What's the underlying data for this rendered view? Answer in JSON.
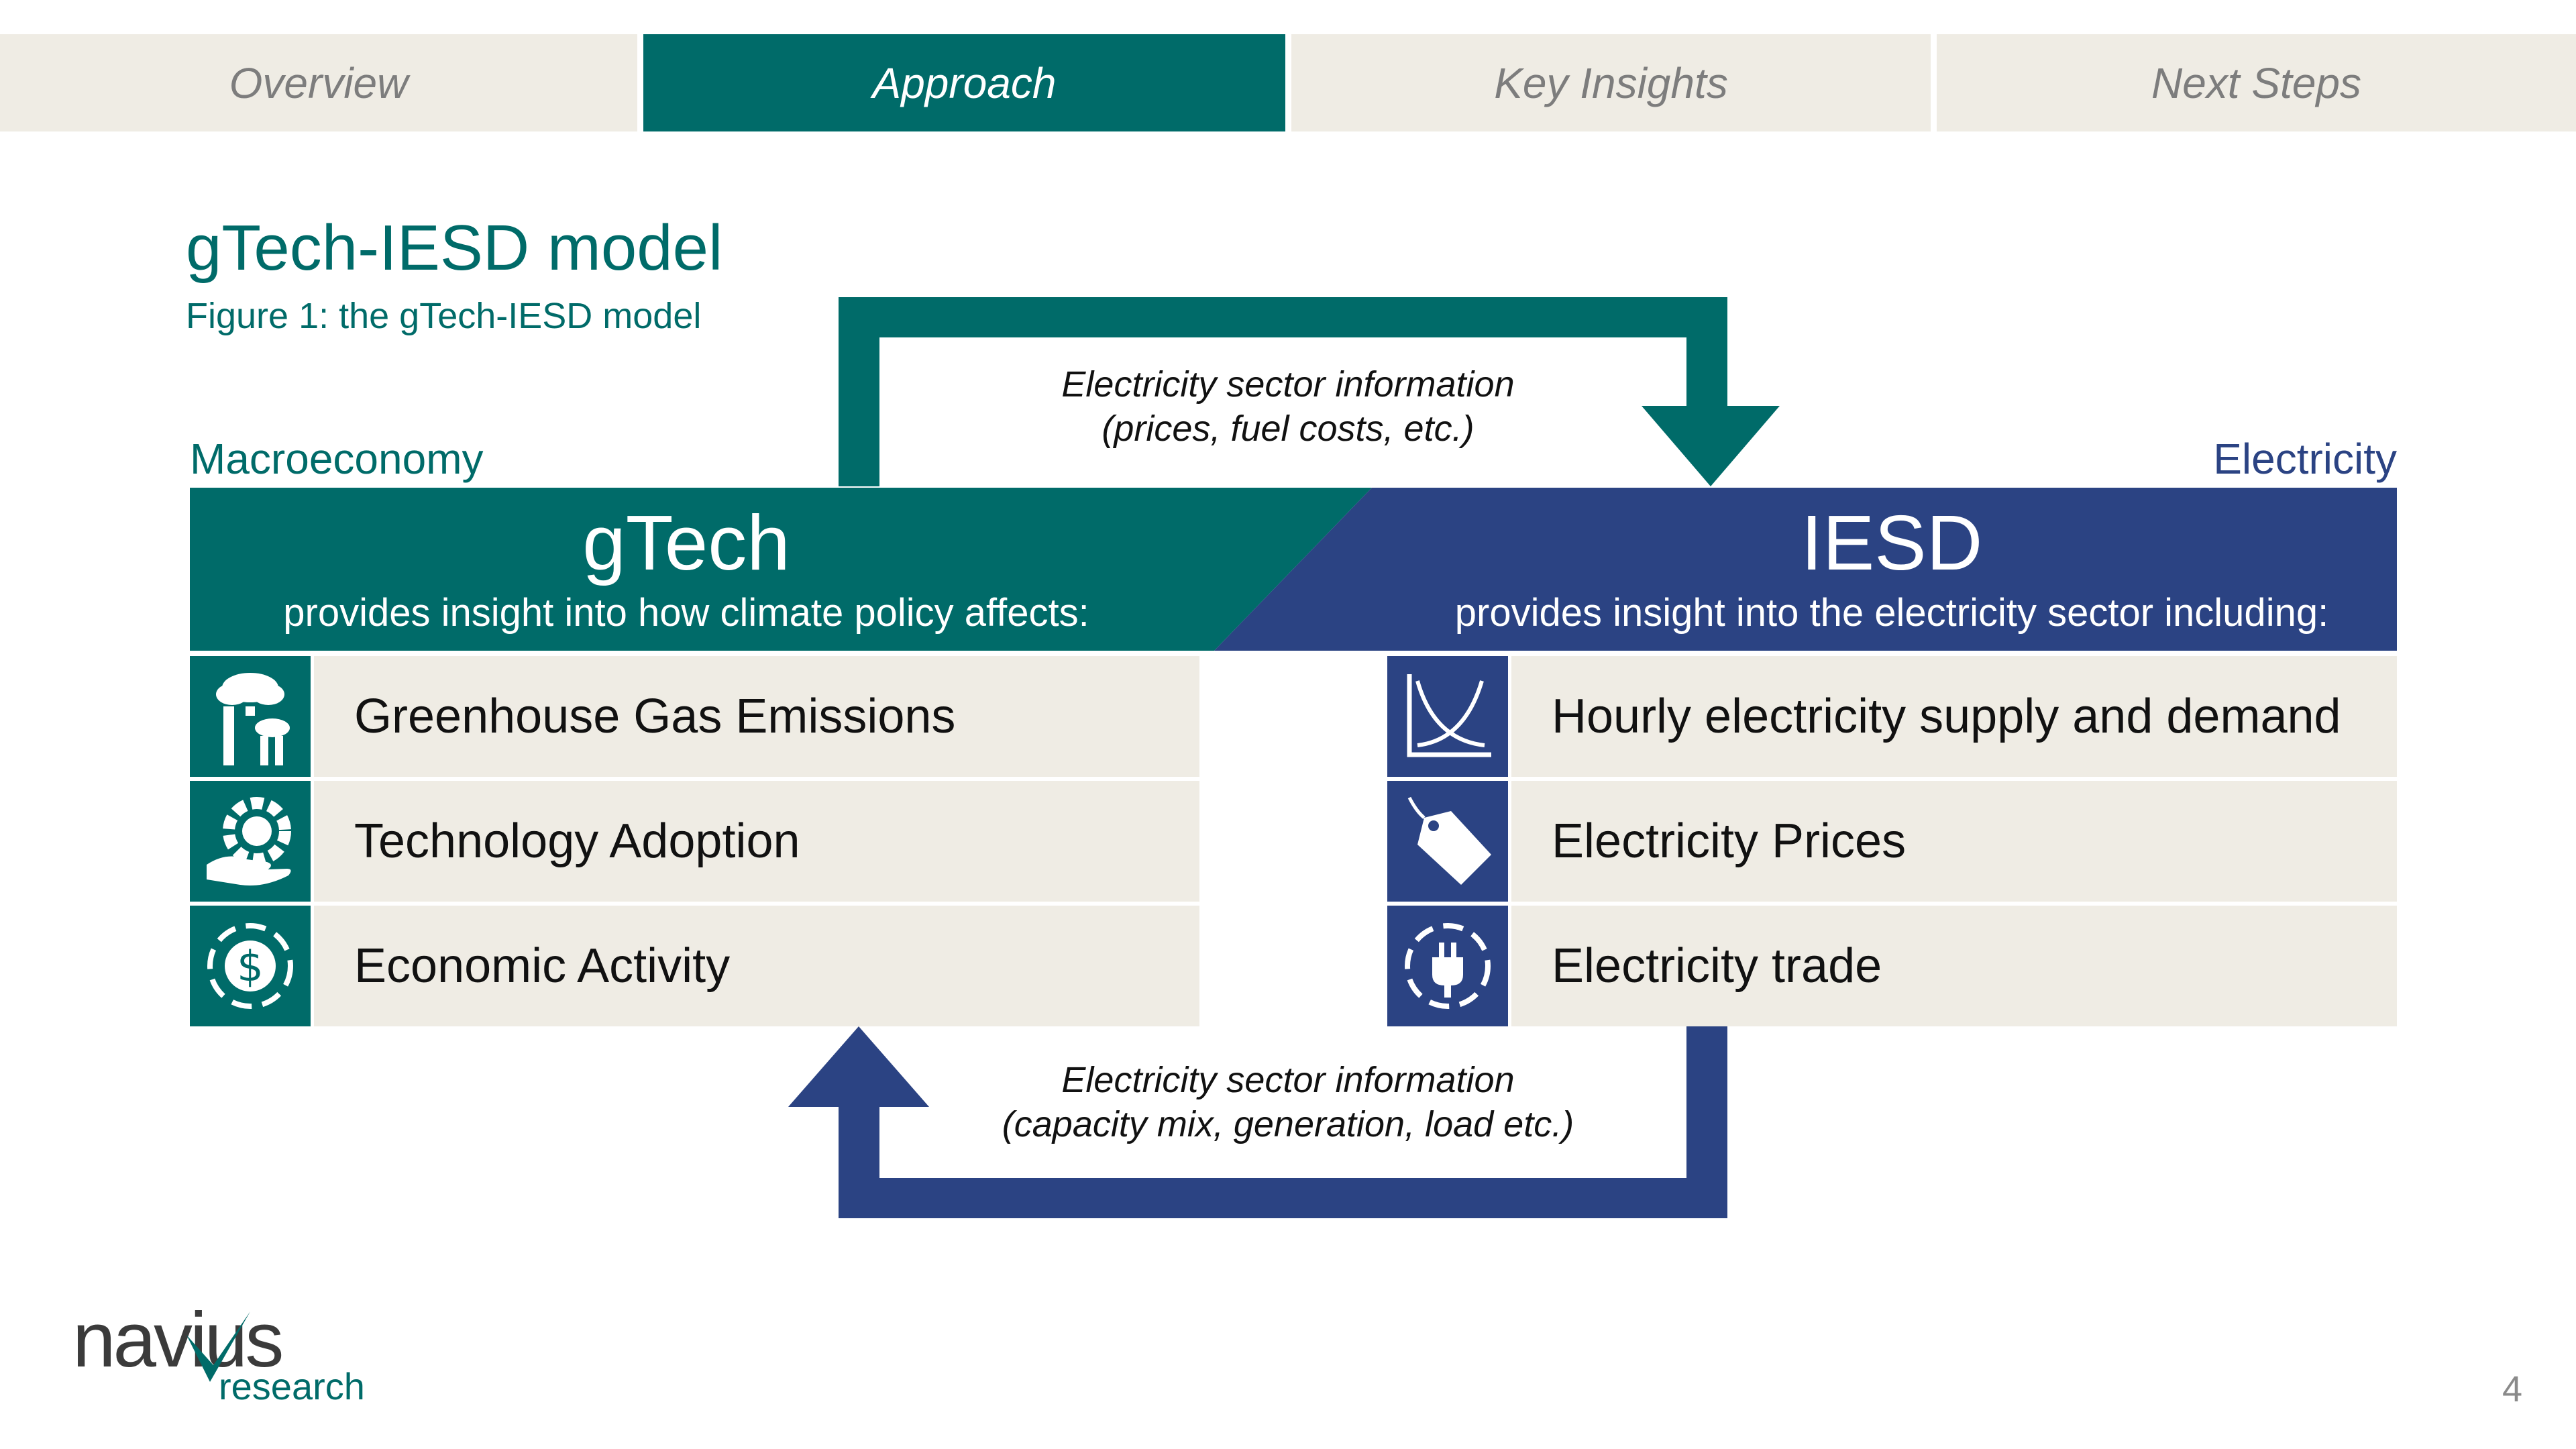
{
  "tabs": [
    {
      "label": "Overview",
      "active": false
    },
    {
      "label": "Approach",
      "active": true
    },
    {
      "label": "Key Insights",
      "active": false
    },
    {
      "label": "Next Steps",
      "active": false
    }
  ],
  "page": {
    "title": "gTech-IESD model",
    "figure_caption": "Figure 1: the gTech-IESD model",
    "page_number": "4"
  },
  "diagram": {
    "left_label": "Macroeconomy",
    "right_label": "Electricity",
    "top_flow": {
      "line1": "Electricity sector information",
      "line2": "(prices, fuel costs, etc.)"
    },
    "bottom_flow": {
      "line1": "Electricity sector information",
      "line2": "(capacity mix, generation, load etc.)"
    },
    "gtech": {
      "title": "gTech",
      "subtitle": "provides insight into how climate policy affects:",
      "items": [
        {
          "label": "Greenhouse Gas Emissions",
          "icon": "factory-emissions-icon"
        },
        {
          "label": "Technology Adoption",
          "icon": "hand-gear-icon"
        },
        {
          "label": "Economic Activity",
          "icon": "dollar-cycle-icon"
        }
      ]
    },
    "iesd": {
      "title": "IESD",
      "subtitle": "provides insight into the electricity sector including:",
      "items": [
        {
          "label": "Hourly electricity supply and demand",
          "icon": "supply-demand-curve-icon"
        },
        {
          "label": "Electricity Prices",
          "icon": "price-tag-icon"
        },
        {
          "label": "Electricity trade",
          "icon": "plug-cycle-icon"
        }
      ]
    }
  },
  "colors": {
    "teal": "#006b69",
    "navy": "#2b4383",
    "panel": "#efece4"
  },
  "logo": {
    "word": "navius",
    "sub": "research"
  }
}
